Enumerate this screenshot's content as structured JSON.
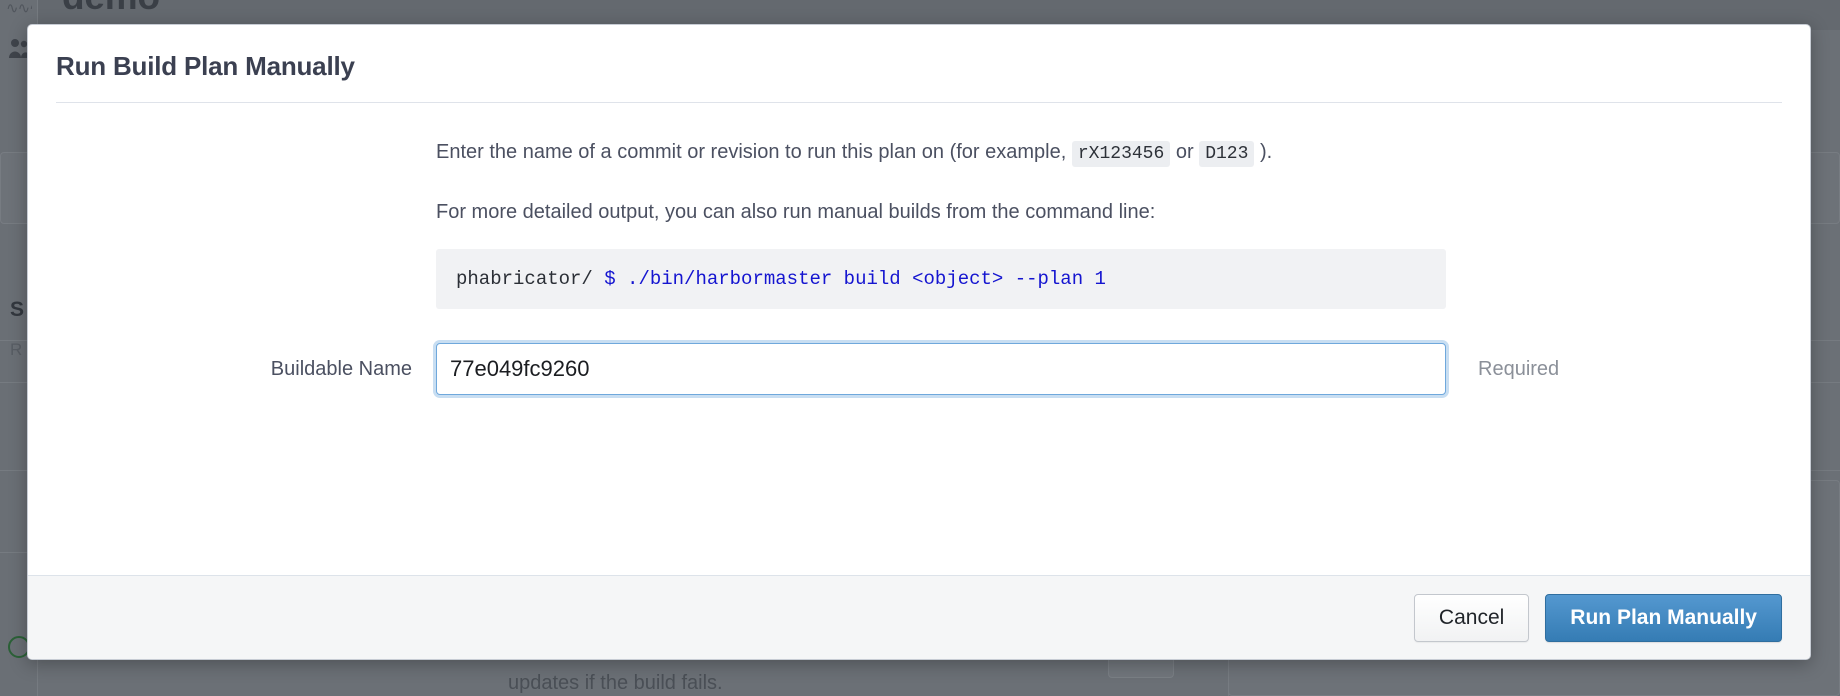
{
  "background": {
    "app_title": "demo",
    "section_heading": "S",
    "section_sub": "R",
    "footer_text": "updates if the build fails.",
    "icons": {
      "wave": "wave-icon",
      "people": "people-icon",
      "green_check": "green-check-icon"
    }
  },
  "modal": {
    "title": "Run Build Plan Manually",
    "instructions": {
      "para1_before": "Enter the name of a commit or revision to run this plan on (for example, ",
      "code1": "rX123456",
      "para1_middle": " or ",
      "code2": "D123",
      "para1_after": " ).",
      "para2": "For more detailed output, you can also run manual builds from the command line:"
    },
    "command": {
      "prompt": "phabricator/ ",
      "text": "$ ./bin/harbormaster build <object> --plan 1"
    },
    "field": {
      "label": "Buildable Name",
      "value": "77e049fc9260",
      "placeholder": "",
      "required_note": "Required"
    },
    "footer": {
      "cancel_label": "Cancel",
      "submit_label": "Run Plan Manually"
    }
  },
  "colors": {
    "primary_button": "#357cb4",
    "focus_ring": "#6fa8dc",
    "code_text": "#1515d0",
    "backdrop": "#6b7076"
  }
}
